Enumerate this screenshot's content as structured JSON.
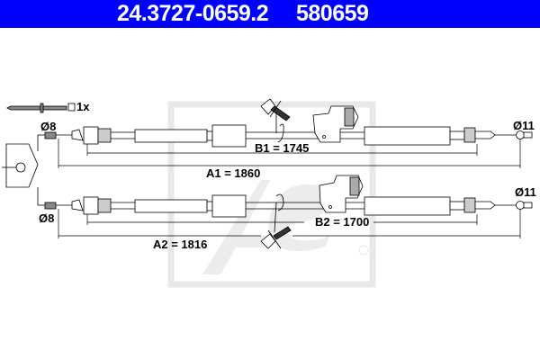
{
  "header": {
    "part_number": "24.3727-0659.2",
    "reference_number": "580659",
    "background_color": "#0000ff",
    "text_color": "#ffffff"
  },
  "accessory": {
    "label": "1x",
    "icon": "cable-tie-icon"
  },
  "cable_top": {
    "left_end_diameter": "Ø8",
    "right_end_diameter": "Ø11",
    "dim_inner": "B1 = 1745",
    "dim_overall": "A1 = 1860"
  },
  "cable_bottom": {
    "left_end_diameter": "Ø8",
    "right_end_diameter": "Ø11",
    "dim_inner": "B2 = 1700",
    "dim_overall": "A2 = 1816"
  },
  "watermark": {
    "brand": "ATE",
    "color": "#e6e6e6"
  },
  "colors": {
    "line": "#000000",
    "part_fill": "#ffffff",
    "shade": "#9a9a9a"
  }
}
